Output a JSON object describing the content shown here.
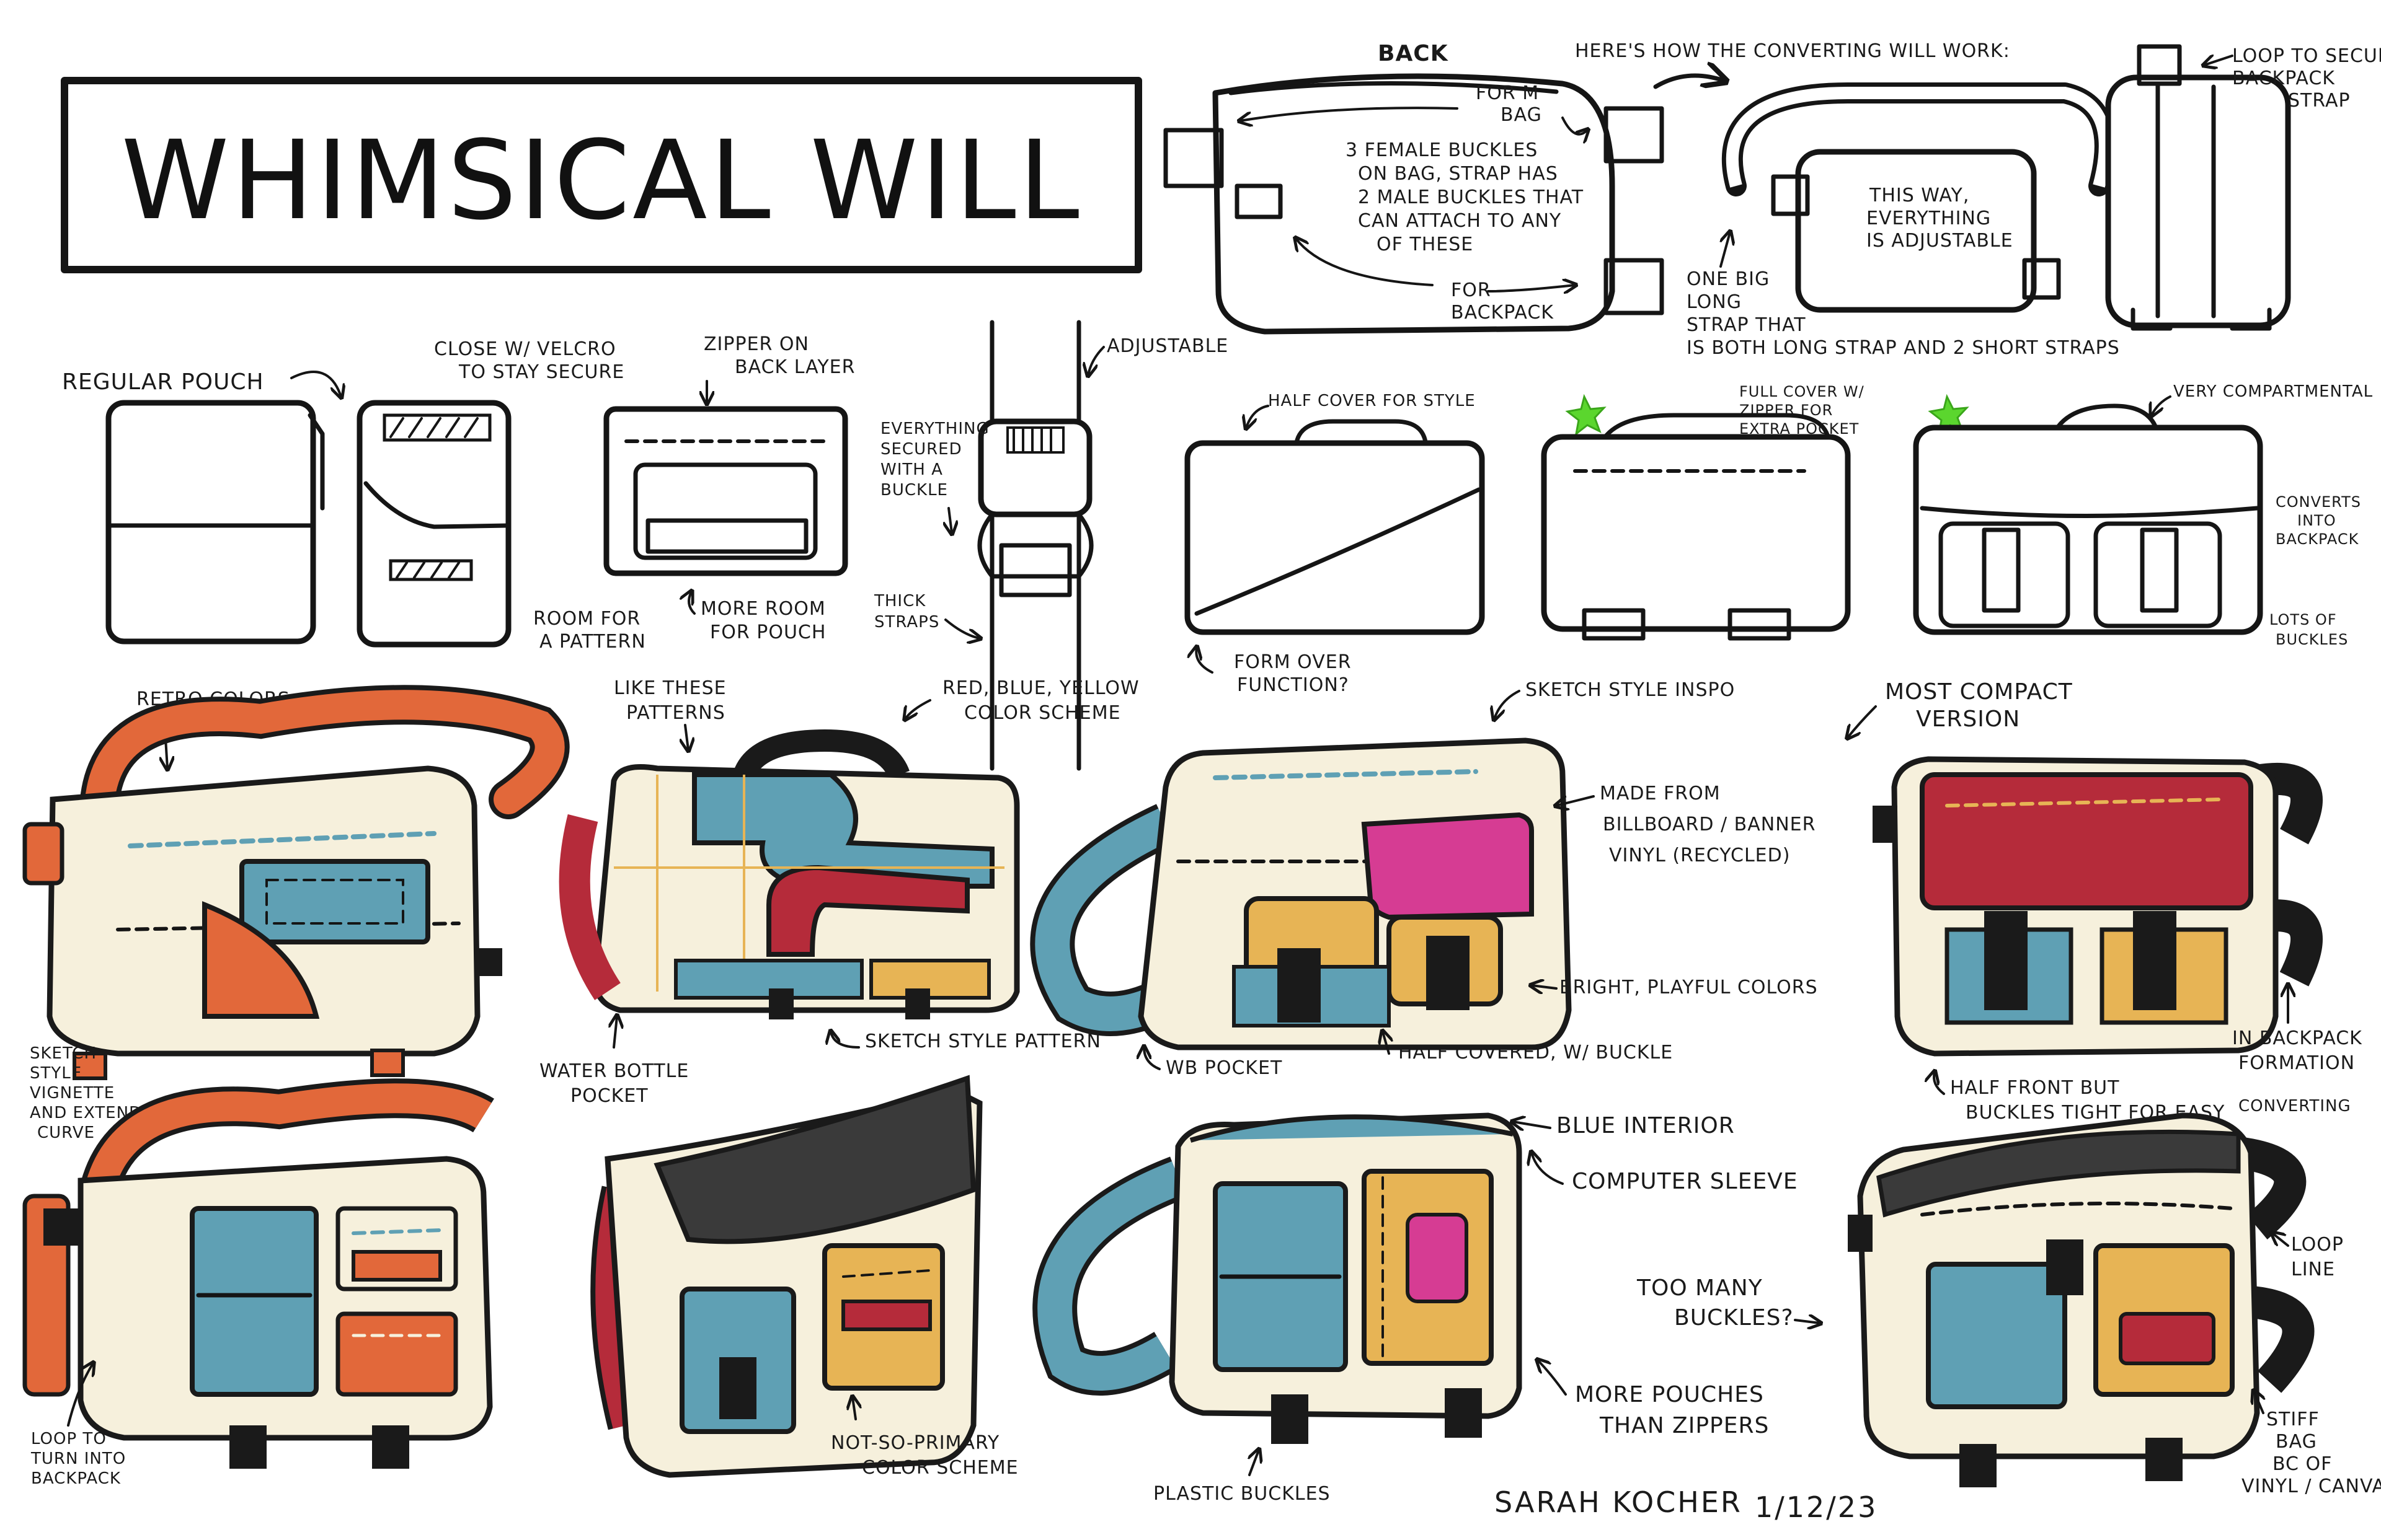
{
  "title": "WHIMSICAL WILL",
  "colors": {
    "cream": "#f6f0dc",
    "teal": "#5fa0b4",
    "orange": "#e2683a",
    "red": "#b52b3a",
    "magenta": "#d63c93",
    "yellow": "#e7b455",
    "black": "#1a1a1a",
    "green_star": "#5bd62e"
  },
  "back_section": {
    "heading": "BACK",
    "form_label": "FOR M BAG",
    "buckles_note": [
      "3 FEMALE BUCKLES",
      "ON BAG, STRAP HAS",
      "2 MALE BUCKLES THAT",
      "CAN ATTACH TO ANY",
      "OF THESE"
    ],
    "for_backpack": "FOR BACKPACK",
    "converting_heading": "HERE'S HOW THE CONVERTING WILL WORK:",
    "adjustable_note": [
      "THIS WAY,",
      "EVERYTHING",
      "IS ADJUSTABLE"
    ],
    "strap_note": [
      "ONE BIG",
      "LONG",
      "STRAP THAT",
      "IS BOTH LONG STRAP AND 2 SHORT STRAPS"
    ],
    "loop_note": [
      "LOOP TO SECURE",
      "BACKPACK",
      "STRAP"
    ]
  },
  "row2": {
    "regular_pouch": "REGULAR POUCH",
    "velcro_note": [
      "CLOSE W/ VELCRO",
      "TO STAY SECURE"
    ],
    "room_note": [
      "ROOM FOR",
      "A PATTERN"
    ],
    "zipper_note": [
      "ZIPPER ON",
      "BACK LAYER"
    ],
    "more_room_note": [
      "MORE ROOM",
      "FOR POUCH"
    ],
    "adjustable": "ADJUSTABLE",
    "secured_note": [
      "EVERYTHING",
      "SECURED",
      "WITH A",
      "BUCKLE"
    ],
    "thick_straps": [
      "THICK",
      "STRAPS"
    ],
    "half_cover": "HALF COVER FOR STYLE",
    "form_over": [
      "FORM OVER",
      "FUNCTION?"
    ],
    "full_cover": [
      "FULL COVER W/",
      "ZIPPER FOR",
      "EXTRA POCKET"
    ],
    "compartmental": "VERY COMPARTMENTAL",
    "converts": [
      "CONVERTS",
      "INTO",
      "BACKPACK"
    ],
    "lots_of_buckles": [
      "LOTS OF",
      "BUCKLES"
    ]
  },
  "row3": {
    "retro_colors": "RETRO COLORS",
    "vignette_note": [
      "SKETCH",
      "STYLE",
      "VIGNETTE",
      "AND EXTENDED",
      "CURVE"
    ],
    "like_patterns": [
      "LIKE THESE",
      "PATTERNS"
    ],
    "water_bottle": [
      "WATER BOTTLE",
      "POCKET"
    ],
    "rby_scheme": [
      "RED, BLUE, YELLOW",
      "COLOR SCHEME"
    ],
    "sketch_pattern": "SKETCH STYLE PATTERN",
    "sketch_inspo": "SKETCH STYLE INSPO",
    "made_from": [
      "MADE FROM",
      "BILLBOARD / BANNER",
      "VINYL (RECYCLED)"
    ],
    "bright_colors": "BRIGHT, PLAYFUL COLORS",
    "wb_pocket": "WB POCKET",
    "half_covered": "HALF COVERED, W/ BUCKLE",
    "most_compact": [
      "MOST COMPACT",
      "VERSION"
    ],
    "backpack_formation": [
      "IN BACKPACK",
      "FORMATION"
    ],
    "half_front": [
      "HALF FRONT BUT",
      "BUCKLES TIGHT FOR EASY",
      "CONVERTING"
    ]
  },
  "row4": {
    "loop_backpack": [
      "LOOP TO",
      "TURN INTO",
      "BACKPACK"
    ],
    "not_primary": [
      "NOT-SO-PRIMARY",
      "COLOR SCHEME"
    ],
    "plastic_buckles": "PLASTIC BUCKLES",
    "blue_interior": "BLUE INTERIOR",
    "computer_sleeve": "COMPUTER SLEEVE",
    "more_pouches": [
      "MORE POUCHES",
      "THAN ZIPPERS"
    ],
    "too_many": [
      "TOO MANY",
      "BUCKLES?"
    ],
    "loop_line": [
      "LOOP",
      "LINE"
    ],
    "stiff_bag": [
      "STIFF",
      "BAG",
      "BC OF",
      "VINYL / CANVAS"
    ]
  },
  "signature": "SARAH KOCHER",
  "date": "1/12/23"
}
